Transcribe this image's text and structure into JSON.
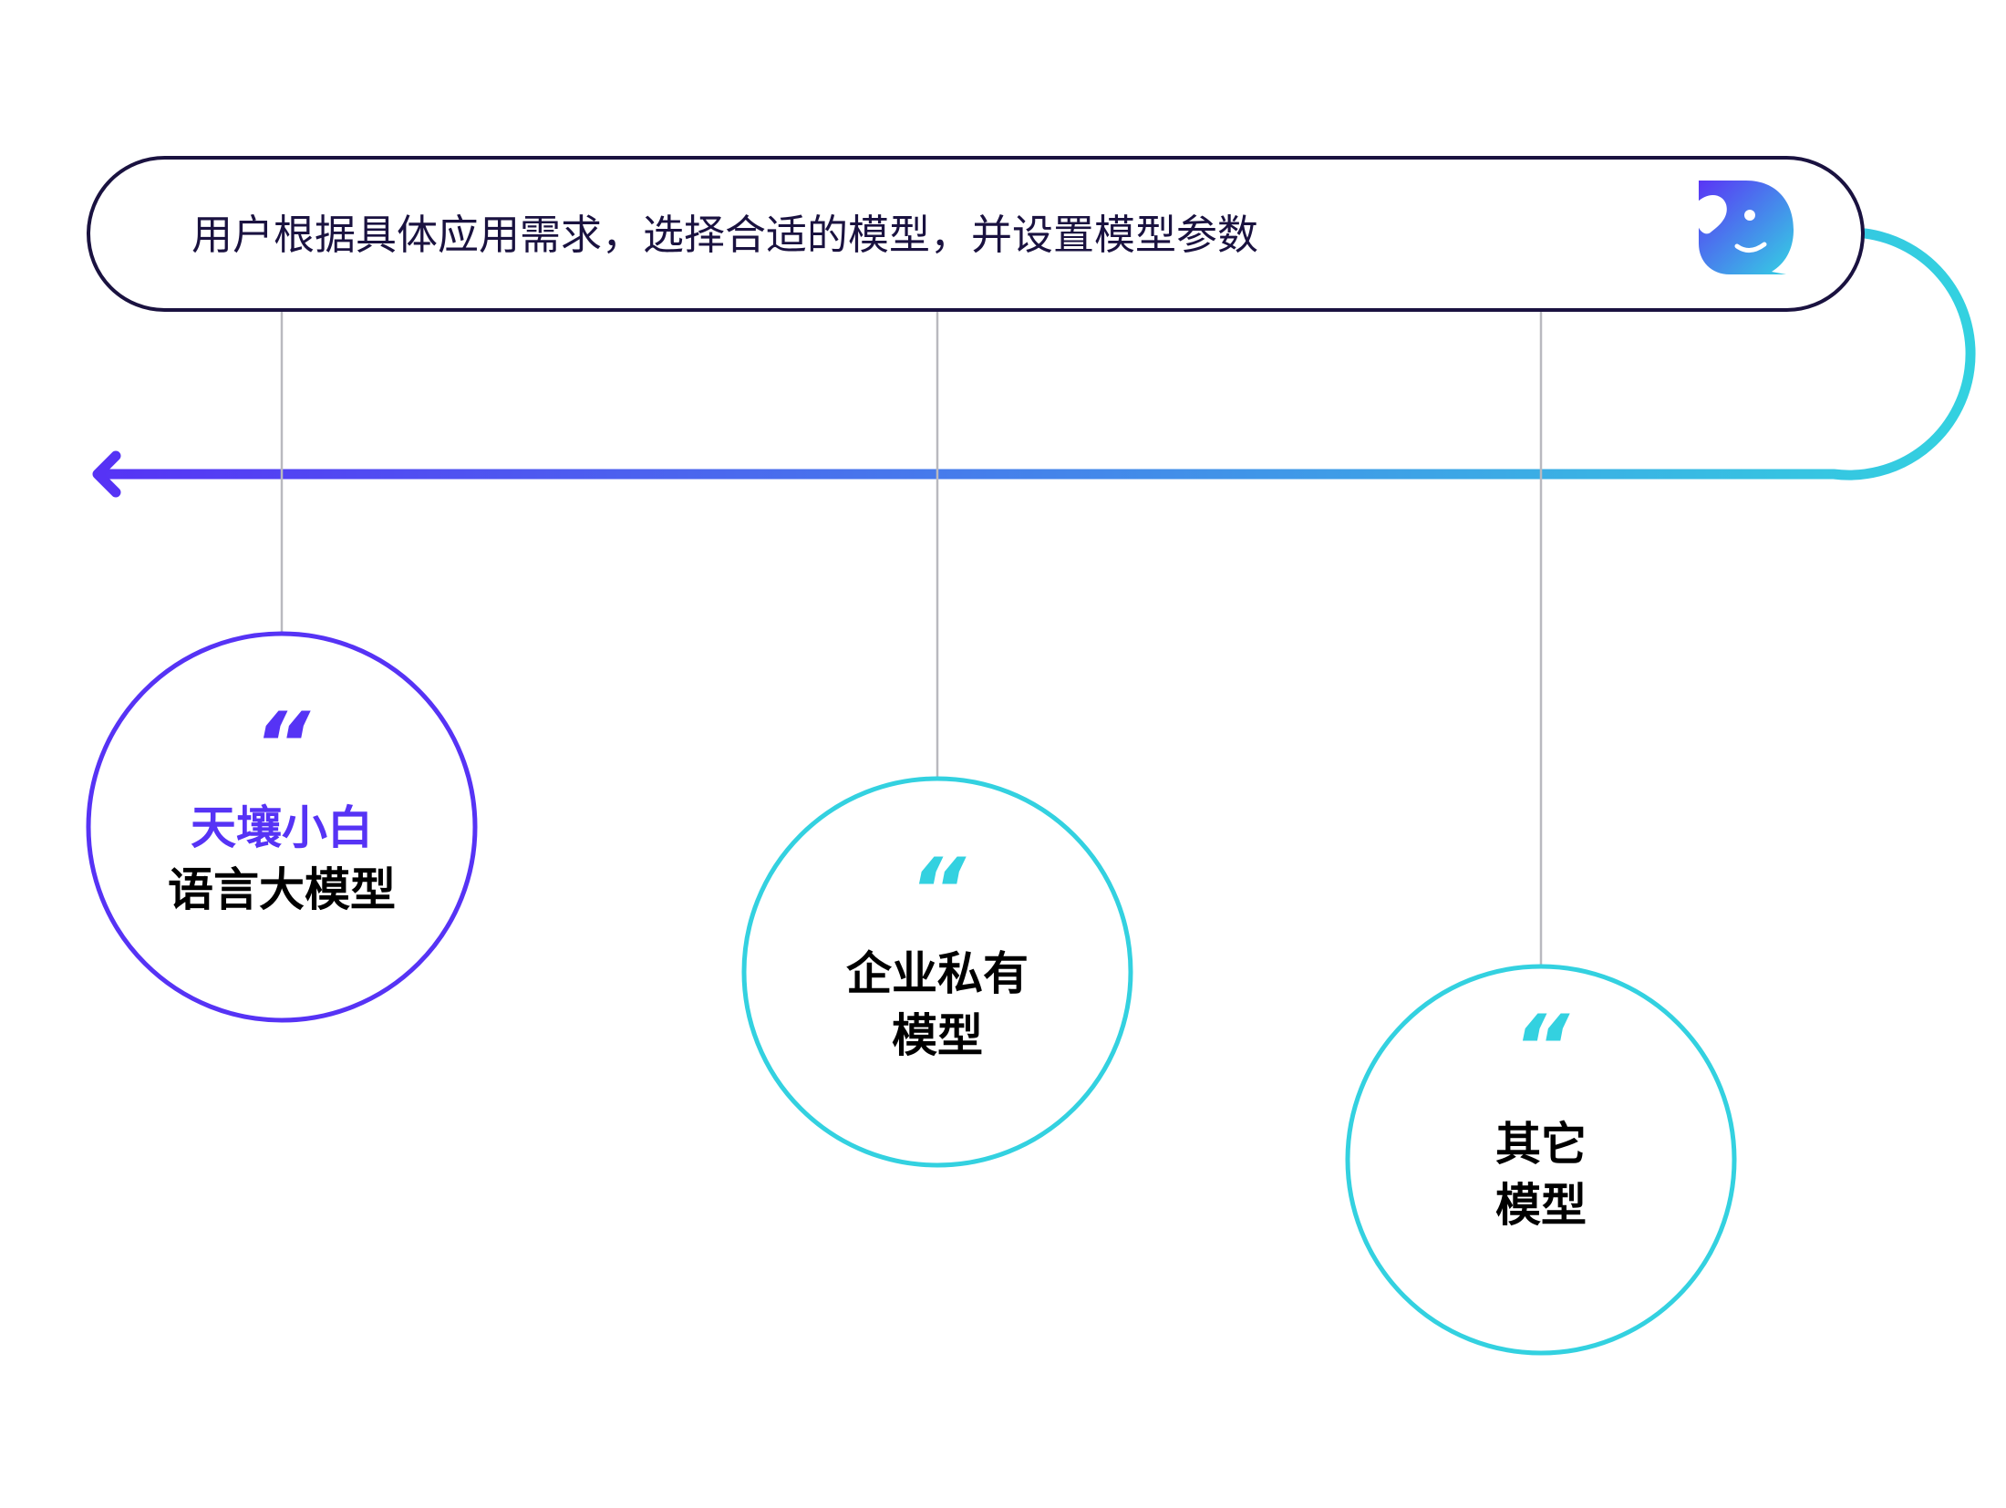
{
  "header": {
    "instruction": "用户根据具体应用需求，选择合适的模型，并设置模型参数",
    "logo_icon": "dog-chat-bubble-icon"
  },
  "options": [
    {
      "quote_mark": "“",
      "line1": "天壤小白",
      "line2": "语言大模型",
      "accent": "#5633f5",
      "line1_color": "#5633f5"
    },
    {
      "quote_mark": "“",
      "line1": "企业私有",
      "line2": "模型",
      "accent": "#33d1e0",
      "line1_color": "#000000"
    },
    {
      "quote_mark": "“",
      "line1": "其它",
      "line2": "模型",
      "accent": "#33d1e0",
      "line1_color": "#000000"
    }
  ],
  "colors": {
    "pill_border": "#1a1240",
    "instruction_text": "#1a1240",
    "connector_line": "#b9b9bf",
    "arrow_start": "#5633f5",
    "arrow_end": "#33d1e0",
    "logo_start": "#5a35f5",
    "logo_end": "#34d2e3"
  }
}
